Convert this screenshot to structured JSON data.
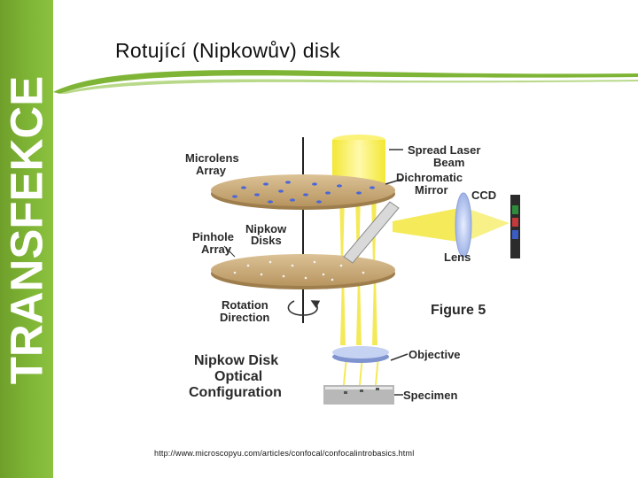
{
  "sidebar": {
    "label": "TRANSFEKCE"
  },
  "slide": {
    "title": "Rotující (Nipkowův) disk"
  },
  "figure": {
    "labels": {
      "microlens_line1": "Microlens",
      "microlens_line2": "Array",
      "spread_line1": "Spread Laser",
      "spread_line2": "Beam",
      "dichroic_line1": "Dichromatic",
      "dichroic_line2": "Mirror",
      "ccd": "CCD",
      "nipkow_line1": "Nipkow",
      "nipkow_line2": "Disks",
      "pinhole_line1": "Pinhole",
      "pinhole_line2": "Array",
      "lens": "Lens",
      "rotation_line1": "Rotation",
      "rotation_line2": "Direction",
      "figure_caption": "Figure 5",
      "objective": "Objective",
      "config_line1": "Nipkow Disk",
      "config_line2": "Optical",
      "config_line3": "Configuration",
      "specimen": "Specimen"
    }
  },
  "source": {
    "url": "http://www.microscopyu.com/articles/confocal/confocalintrobasics.html"
  },
  "colors": {
    "sidebar_green": "#7fb536",
    "laser_yellow": "#f5ec3a",
    "disk_tan": "#c9a872",
    "lens_blue": "#b8c8ee"
  }
}
